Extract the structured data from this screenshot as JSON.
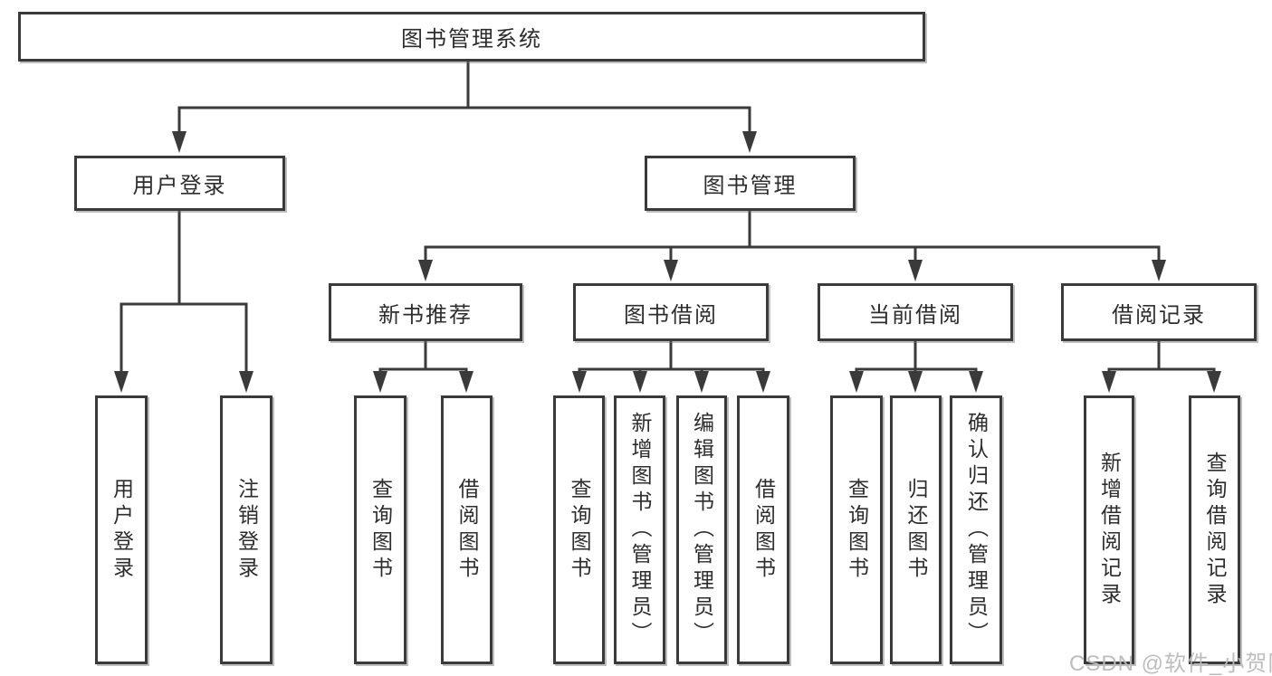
{
  "diagram": {
    "title": "图书管理系统",
    "nodes": {
      "root": {
        "label": "图书管理系统",
        "children": [
          {
            "label": "用户登录",
            "children": [
              {
                "label": "用户登录"
              },
              {
                "label": "注销登录"
              }
            ]
          },
          {
            "label": "图书管理",
            "children": [
              {
                "label": "新书推荐",
                "children": [
                  {
                    "label": "查询图书"
                  },
                  {
                    "label": "借阅图书"
                  }
                ]
              },
              {
                "label": "图书借阅",
                "children": [
                  {
                    "label": "查询图书"
                  },
                  {
                    "label": "新增图书（管理员）"
                  },
                  {
                    "label": "编辑图书（管理员）"
                  },
                  {
                    "label": "借阅图书"
                  }
                ]
              },
              {
                "label": "当前借阅",
                "children": [
                  {
                    "label": "查询图书"
                  },
                  {
                    "label": "归还图书"
                  },
                  {
                    "label": "确认归还（管理员）"
                  }
                ]
              },
              {
                "label": "借阅记录",
                "children": [
                  {
                    "label": "新增借阅记录"
                  },
                  {
                    "label": "查询借阅记录"
                  }
                ]
              }
            ]
          }
        ]
      }
    },
    "colors": {
      "line": "#3a3a3a",
      "border": "#3a3a3a",
      "text": "#2d2d2d",
      "watermark": "#b9b9b9",
      "background": "#ffffff"
    },
    "watermark": {
      "text": "CSDN @软件_小贺同学"
    }
  }
}
